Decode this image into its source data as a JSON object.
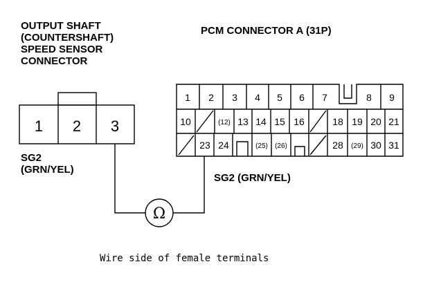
{
  "sensor": {
    "title_lines": [
      "OUTPUT SHAFT",
      "(COUNTERSHAFT)",
      "SPEED SENSOR",
      "CONNECTOR"
    ],
    "pins": [
      "1",
      "2",
      "3"
    ],
    "wire_label_lines": [
      "SG2",
      "(GRN/YEL)"
    ]
  },
  "pcm": {
    "title": "PCM CONNECTOR A (31P)",
    "row1": [
      "1",
      "2",
      "3",
      "4",
      "5",
      "6",
      "7",
      "8",
      "9"
    ],
    "row2": [
      "10",
      "(12)",
      "13",
      "14",
      "15",
      "16",
      "18",
      "19",
      "20",
      "21"
    ],
    "row3": [
      "23",
      "24",
      "(25)",
      "(26)",
      "28",
      "(29)",
      "30",
      "31"
    ],
    "wire_label": "SG2 (GRN/YEL)"
  },
  "meter": {
    "symbol": "Ω"
  },
  "caption": "Wire side of female terminals"
}
